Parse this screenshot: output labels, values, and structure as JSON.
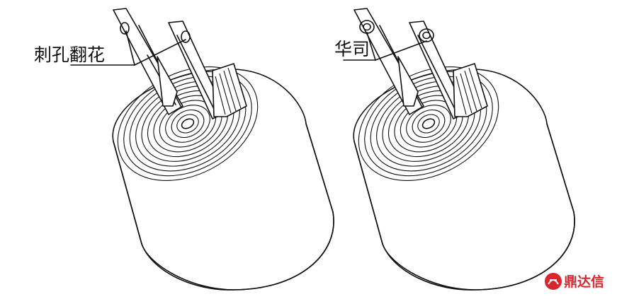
{
  "labels": {
    "left": "刺孔翻花",
    "right": "华司"
  },
  "logo": {
    "text": "鼎达信",
    "color": "#d7262c"
  },
  "colors": {
    "line": "#111111",
    "background": "#ffffff"
  }
}
